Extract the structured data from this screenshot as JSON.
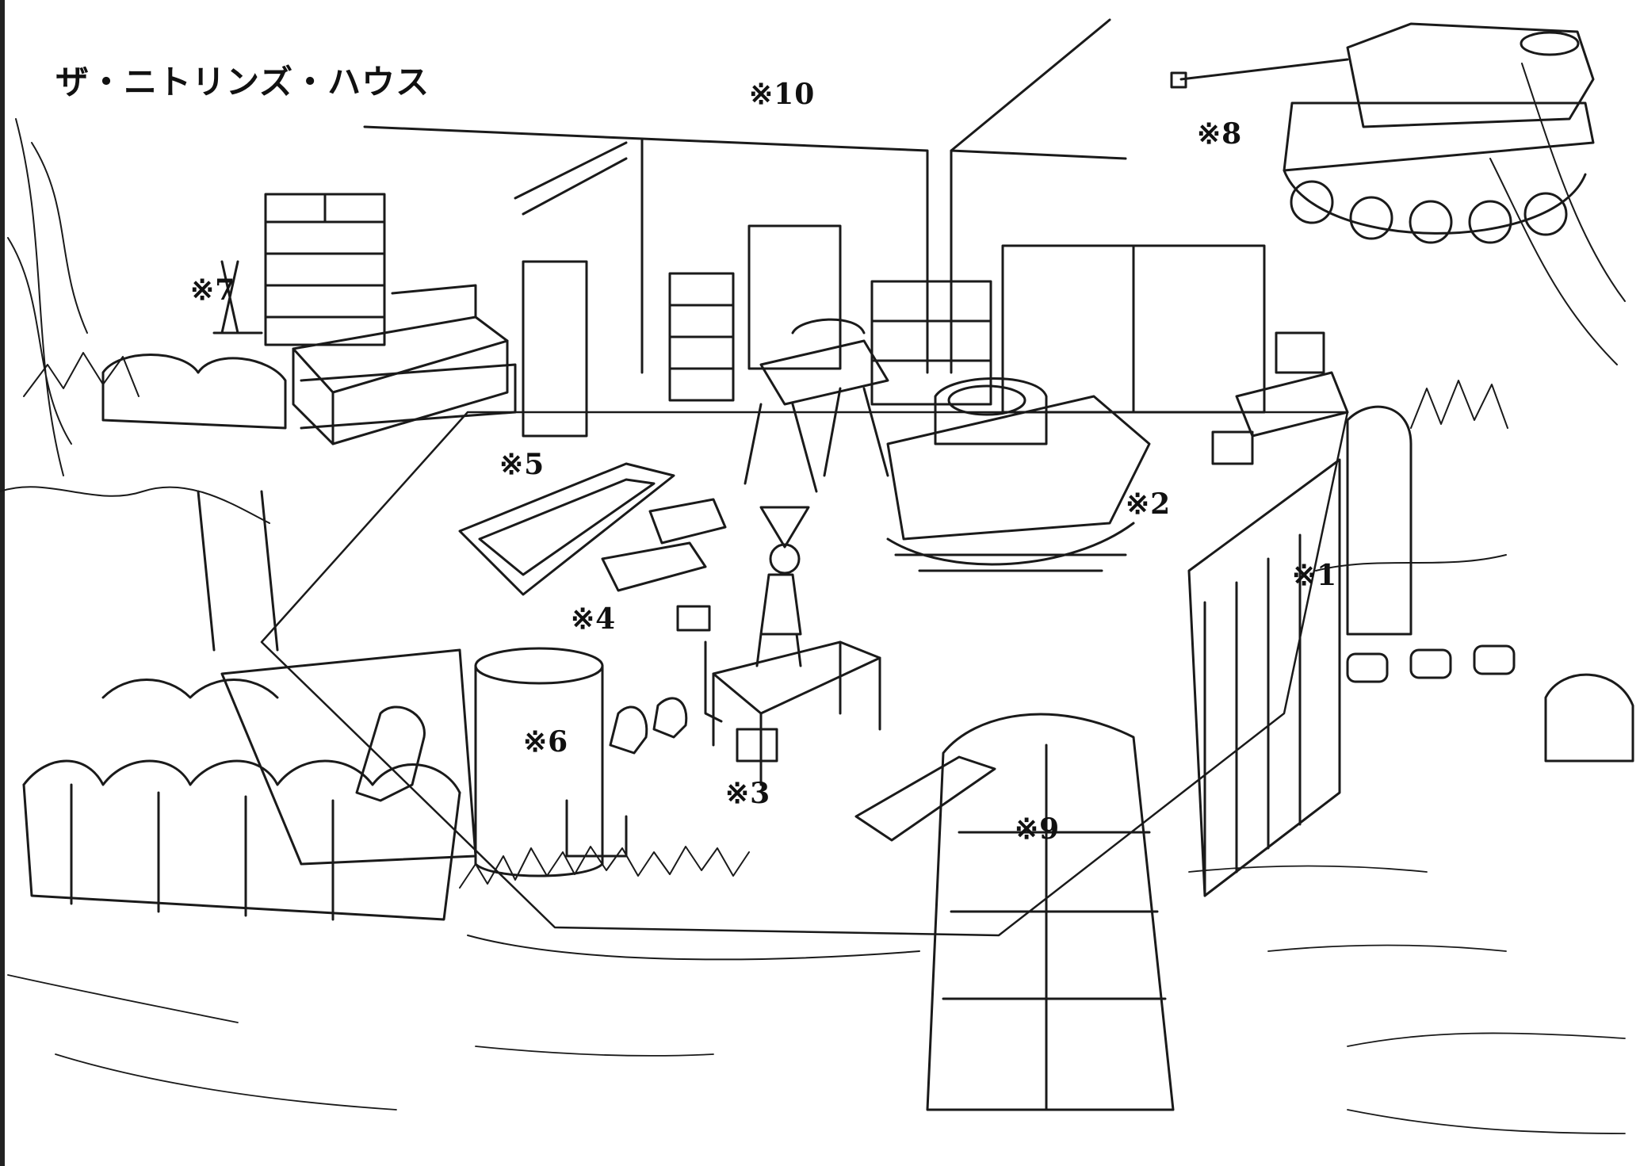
{
  "title": "ザ・ニトリンズ・ハウス",
  "markers": [
    "※1",
    "※2",
    "※3",
    "※4",
    "※5",
    "※6",
    "※7",
    "※8",
    "※9",
    "※10"
  ],
  "colors": {
    "ink": "#1a1a1a",
    "paper": "#ffffff"
  }
}
